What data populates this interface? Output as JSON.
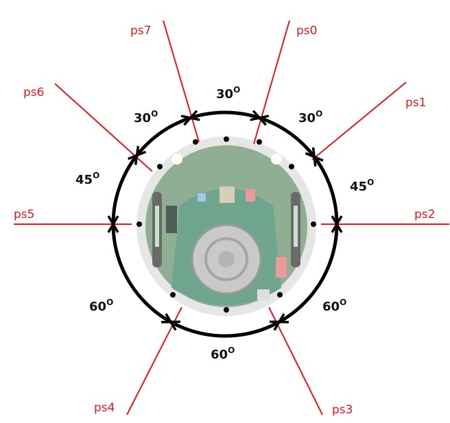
{
  "title": "e-puck proximity sensor layout",
  "colors": {
    "sensor_line": "#e8141c",
    "ring": "#000000",
    "board": "#8fae94"
  },
  "sensors": [
    {
      "id": "ps0",
      "label": "ps0"
    },
    {
      "id": "ps1",
      "label": "ps1"
    },
    {
      "id": "ps2",
      "label": "ps2"
    },
    {
      "id": "ps3",
      "label": "ps3"
    },
    {
      "id": "ps4",
      "label": "ps4"
    },
    {
      "id": "ps5",
      "label": "ps5"
    },
    {
      "id": "ps6",
      "label": "ps6"
    },
    {
      "id": "ps7",
      "label": "ps7"
    }
  ],
  "angles": [
    {
      "between": "ps7-ps0",
      "value": "30",
      "unit": "O"
    },
    {
      "between": "ps0-ps1",
      "value": "30",
      "unit": "O"
    },
    {
      "between": "ps6-ps7",
      "value": "30",
      "unit": "O"
    },
    {
      "between": "ps5-ps6",
      "value": "45",
      "unit": "O"
    },
    {
      "between": "ps1-ps2",
      "value": "45",
      "unit": "O"
    },
    {
      "between": "ps4-ps5",
      "value": "60",
      "unit": "O"
    },
    {
      "between": "ps2-ps3",
      "value": "60",
      "unit": "O"
    },
    {
      "between": "ps3-ps4",
      "value": "60",
      "unit": "O"
    }
  ]
}
